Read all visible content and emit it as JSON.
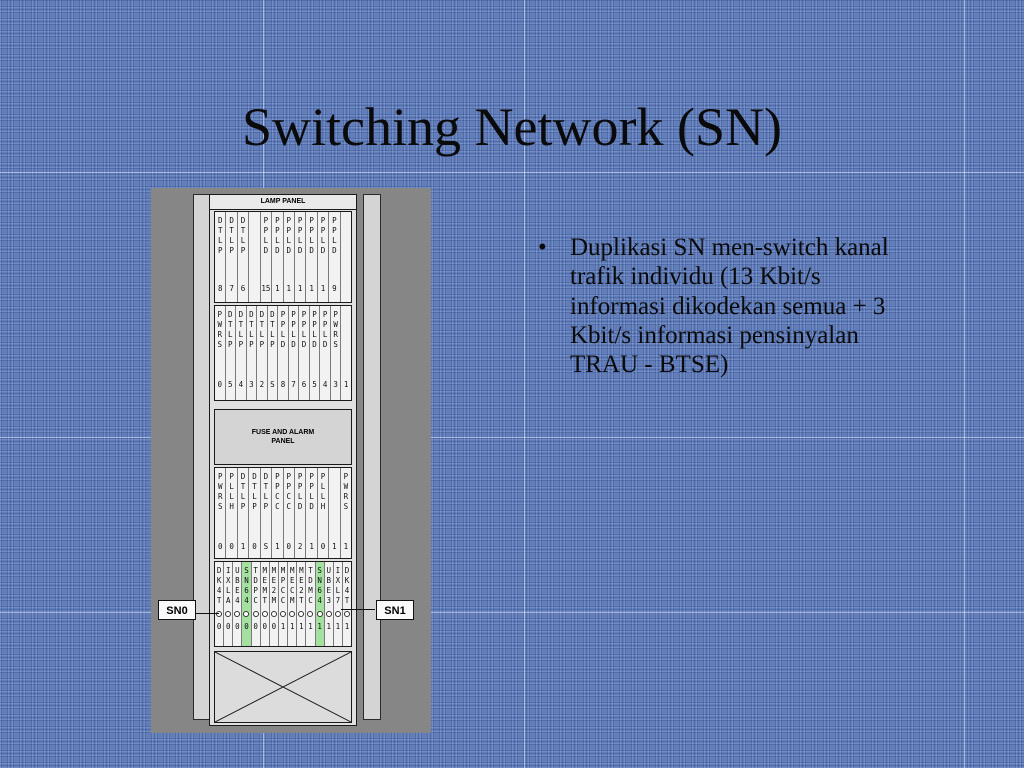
{
  "slide": {
    "title": "Switching Network (SN)",
    "bullets": [
      {
        "symbol": "•",
        "text": "Duplikasi SN men-switch kanal trafik individu (13 Kbit/s informasi dikodekan semua + 3 Kbit/s informasi pensinyalan TRAU - BTSE)"
      }
    ]
  },
  "figure": {
    "lamp_panel_title": "LAMP PANEL",
    "fuse_panel_text": "FUSE AND ALARM\nPANEL",
    "sn0_label": "SN0",
    "sn1_label": "SN1",
    "shelf1": [
      {
        "text": "D\nT\nL\nP",
        "num": "8"
      },
      {
        "text": "D\nT\nL\nP",
        "num": "7"
      },
      {
        "text": "D\nT\nL\nP",
        "num": "6"
      },
      {
        "text": "",
        "num": ""
      },
      {
        "text": "P\nP\nL\nD",
        "num": "15"
      },
      {
        "text": "P\nP\nL\nD",
        "num": "1"
      },
      {
        "text": "P\nP\nL\nD",
        "num": "1"
      },
      {
        "text": "P\nP\nL\nD",
        "num": "1"
      },
      {
        "text": "P\nP\nL\nD",
        "num": "1"
      },
      {
        "text": "P\nP\nL\nD",
        "num": "1"
      },
      {
        "text": "P\nP\nL\nD",
        "num": "9"
      },
      {
        "text": "",
        "num": ""
      }
    ],
    "shelf2": [
      {
        "text": "P\nW\nR\nS",
        "num": "0"
      },
      {
        "text": "D\nT\nL\nP",
        "num": "5"
      },
      {
        "text": "D\nT\nL\nP",
        "num": "4"
      },
      {
        "text": "D\nT\nL\nP",
        "num": "3"
      },
      {
        "text": "D\nT\nL\nP",
        "num": "2"
      },
      {
        "text": "D\nT\nL\nP",
        "num": "S"
      },
      {
        "text": "P\nP\nL\nD",
        "num": "8"
      },
      {
        "text": "P\nP\nL\nD",
        "num": "7"
      },
      {
        "text": "P\nP\nL\nD",
        "num": "6"
      },
      {
        "text": "P\nP\nL\nD",
        "num": "5"
      },
      {
        "text": "P\nP\nL\nD",
        "num": "4"
      },
      {
        "text": "P\nW\nR\nS",
        "num": "3"
      },
      {
        "text": "",
        "num": "1"
      }
    ],
    "shelf3": [
      {
        "text": "P\nW\nR\nS",
        "num": "0"
      },
      {
        "text": "P\nL\nL\nH",
        "num": "0"
      },
      {
        "text": "D\nT\nL\nP",
        "num": "1"
      },
      {
        "text": "D\nT\nL\nP",
        "num": "0"
      },
      {
        "text": "D\nT\nL\nP",
        "num": "S"
      },
      {
        "text": "P\nP\nC\nC",
        "num": "1"
      },
      {
        "text": "P\nP\nC\nC",
        "num": "0"
      },
      {
        "text": "P\nP\nL\nD",
        "num": "2"
      },
      {
        "text": "P\nP\nL\nD",
        "num": "1"
      },
      {
        "text": "P\nL\nL\nH",
        "num": "0"
      },
      {
        "text": "",
        "num": "1"
      },
      {
        "text": "P\nW\nR\nS",
        "num": "1"
      }
    ],
    "shelf4": [
      {
        "text": "D\nK\n4\nT",
        "num": "0",
        "hl": false
      },
      {
        "text": "I\nX\nL\nA",
        "num": "0",
        "hl": false
      },
      {
        "text": "U\nB\nE\n4",
        "num": "0",
        "hl": false
      },
      {
        "text": "S\nN\n6\n4",
        "num": "0",
        "hl": true
      },
      {
        "text": "T\nD\nP\nC",
        "num": "0",
        "hl": false
      },
      {
        "text": "M\nE\nM\nT",
        "num": "0",
        "hl": false
      },
      {
        "text": "M\nE\n2\nM",
        "num": "0",
        "hl": false
      },
      {
        "text": "M\nP\nC\nC",
        "num": "1",
        "hl": false
      },
      {
        "text": "M\nE\nC\nM",
        "num": "1",
        "hl": false
      },
      {
        "text": "M\nE\n2\nT",
        "num": "1",
        "hl": false
      },
      {
        "text": "T\nD\nM\nC",
        "num": "1",
        "hl": false
      },
      {
        "text": "S\nN\n6\n4",
        "num": "1",
        "hl": true
      },
      {
        "text": "U\nB\nE\n3",
        "num": "1",
        "hl": false
      },
      {
        "text": "I\nX\nL\n7",
        "num": "1",
        "hl": false
      },
      {
        "text": "D\nK\n4\nT",
        "num": "1",
        "hl": false
      }
    ]
  }
}
